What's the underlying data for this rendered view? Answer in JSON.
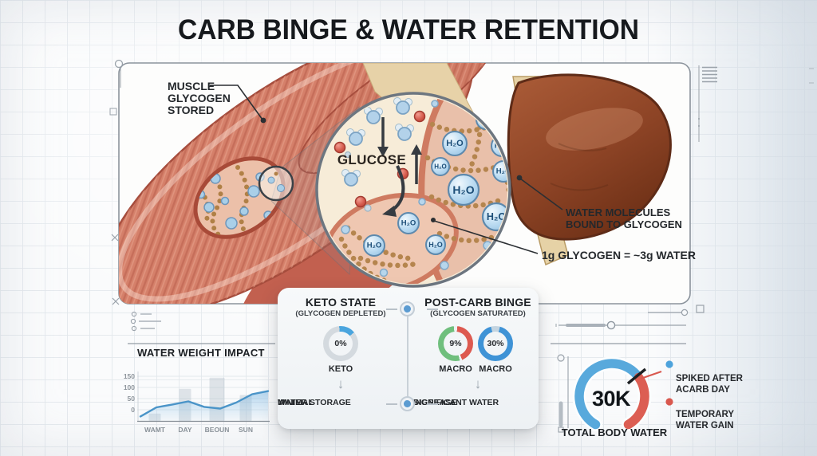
{
  "title": "CARB BINGE & WATER RETENTION",
  "illustration": {
    "muscle_label": [
      "MUSCLE",
      "GLYCOGEN",
      "STORED"
    ],
    "glucose_label": "GLUCOSE",
    "water_molecules_label": [
      "WATER MOLECULES",
      "BOUND TO GLYCOGEN"
    ],
    "glycogen_ratio_label": "1g GLYCOGEN = ~3g WATER",
    "h2o_label": "H₂O"
  },
  "card": {
    "left": {
      "title": "KETO STATE",
      "subtitle": "(GLYCOGEN DEPLETED)",
      "donut_percent": "0%",
      "donut_label": "KETO",
      "arrow": "↓",
      "outcome": [
        "MINIMAL",
        "WATER STORAGE"
      ]
    },
    "right": {
      "title": "POST-CARB BINGE",
      "subtitle": "(GLYCOGEN SATURATED)",
      "donut1_percent": "9%",
      "donut1_label": "MACRO",
      "donut2_percent": "30%",
      "donut2_label": "MACRO",
      "arrow": "↓",
      "outcome": [
        "SIGNIFICANT WATER",
        "INCREASE"
      ]
    }
  },
  "chart_data": [
    {
      "type": "area",
      "title": "WATER WEIGHT IMPACT",
      "y_ticks": [
        150,
        100,
        50,
        0
      ],
      "categories": [
        "WAMT",
        "DAY",
        "BEOUN",
        "SUN"
      ],
      "bar_values": [
        30,
        130,
        175,
        105
      ],
      "line_values": [
        12,
        50,
        62,
        75,
        52,
        45,
        70,
        105,
        118
      ],
      "ylim": [
        0,
        180
      ],
      "line_color": "#4a94c8",
      "bar_color": "rgba(175,188,199,0.38)",
      "legend_position": "none",
      "grid": true
    },
    {
      "type": "donut",
      "percent": 0,
      "label": "KETO"
    },
    {
      "type": "donut",
      "percent": 9,
      "label": "MACRO"
    },
    {
      "type": "donut",
      "percent": 30,
      "label": "MACRO"
    },
    {
      "type": "gauge",
      "value_label": "30K",
      "caption": "TOTAL BODY WATER",
      "legend": [
        {
          "color": "#4da3dc",
          "lines": [
            "SPIKED AFTER",
            "ACARB DAY"
          ]
        },
        {
          "color": "#d9584e",
          "lines": [
            "TEMPORARY",
            "WATER GAIN"
          ]
        }
      ]
    }
  ],
  "colors": {
    "accent_blue": "#4da3dc",
    "accent_red": "#d9584e",
    "accent_green": "#6fbf7d",
    "muscle": "#d5806a",
    "liver": "#8c4325",
    "water_sphere": "#a9cfe8",
    "title_text": "#16191d"
  }
}
